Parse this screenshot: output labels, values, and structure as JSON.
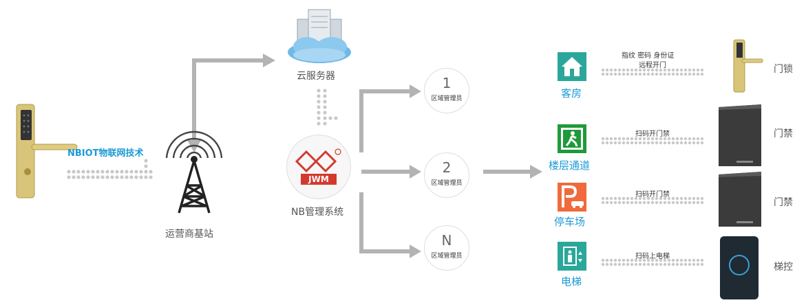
{
  "nbiot_label": "NBIOT物联网技术",
  "base_station_label": "运营商基站",
  "cloud_label": "云服务器",
  "nb_system_label": "NB管理系统",
  "logo_text": "JWM",
  "region_nodes": [
    {
      "num": "1",
      "caption": "区域管理员"
    },
    {
      "num": "2",
      "caption": "区域管理员"
    },
    {
      "num": "N",
      "caption": "区域管理员"
    }
  ],
  "categories": [
    {
      "label": "客房",
      "methods": [
        "指纹 密码 身份证",
        "远程开门"
      ],
      "device": "门锁"
    },
    {
      "label": "楼层通道",
      "methods": [
        "扫码开门禁"
      ],
      "device": "门禁"
    },
    {
      "label": "停车场",
      "methods": [
        "扫码开门禁"
      ],
      "device": "门禁"
    },
    {
      "label": "电梯",
      "methods": [
        "扫码上电梯"
      ],
      "device": "梯控"
    }
  ],
  "colors": {
    "teal": "#2aa79a",
    "green": "#1e9a3a",
    "orange": "#f06a3c",
    "gray_arrow": "#b3b3b3",
    "blue_text": "#1a9ad6"
  }
}
